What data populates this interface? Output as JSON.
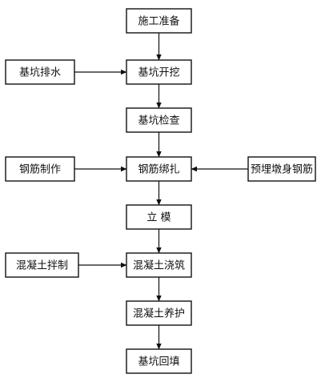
{
  "diagram": {
    "nodes": [
      {
        "id": "prep",
        "label": "施工准备"
      },
      {
        "id": "excavate",
        "label": "基坑开挖"
      },
      {
        "id": "inspect",
        "label": "基坑检查"
      },
      {
        "id": "rebar_tie",
        "label": "钢筋绑扎"
      },
      {
        "id": "formwork",
        "label": "立 模"
      },
      {
        "id": "pour",
        "label": "混凝土浇筑"
      },
      {
        "id": "cure",
        "label": "混凝土养护"
      },
      {
        "id": "backfill",
        "label": "基坑回填"
      },
      {
        "id": "drain",
        "label": "基坑排水"
      },
      {
        "id": "rebar_make",
        "label": "钢筋制作"
      },
      {
        "id": "embed",
        "label": "预埋墩身钢筋"
      },
      {
        "id": "mix",
        "label": "混凝土拌制"
      }
    ],
    "edges": [
      {
        "from": "prep",
        "to": "excavate"
      },
      {
        "from": "excavate",
        "to": "inspect"
      },
      {
        "from": "inspect",
        "to": "rebar_tie"
      },
      {
        "from": "rebar_tie",
        "to": "formwork"
      },
      {
        "from": "formwork",
        "to": "pour"
      },
      {
        "from": "pour",
        "to": "cure"
      },
      {
        "from": "cure",
        "to": "backfill"
      },
      {
        "from": "drain",
        "to": "excavate"
      },
      {
        "from": "rebar_make",
        "to": "rebar_tie"
      },
      {
        "from": "embed",
        "to": "rebar_tie"
      },
      {
        "from": "mix",
        "to": "pour"
      }
    ]
  }
}
